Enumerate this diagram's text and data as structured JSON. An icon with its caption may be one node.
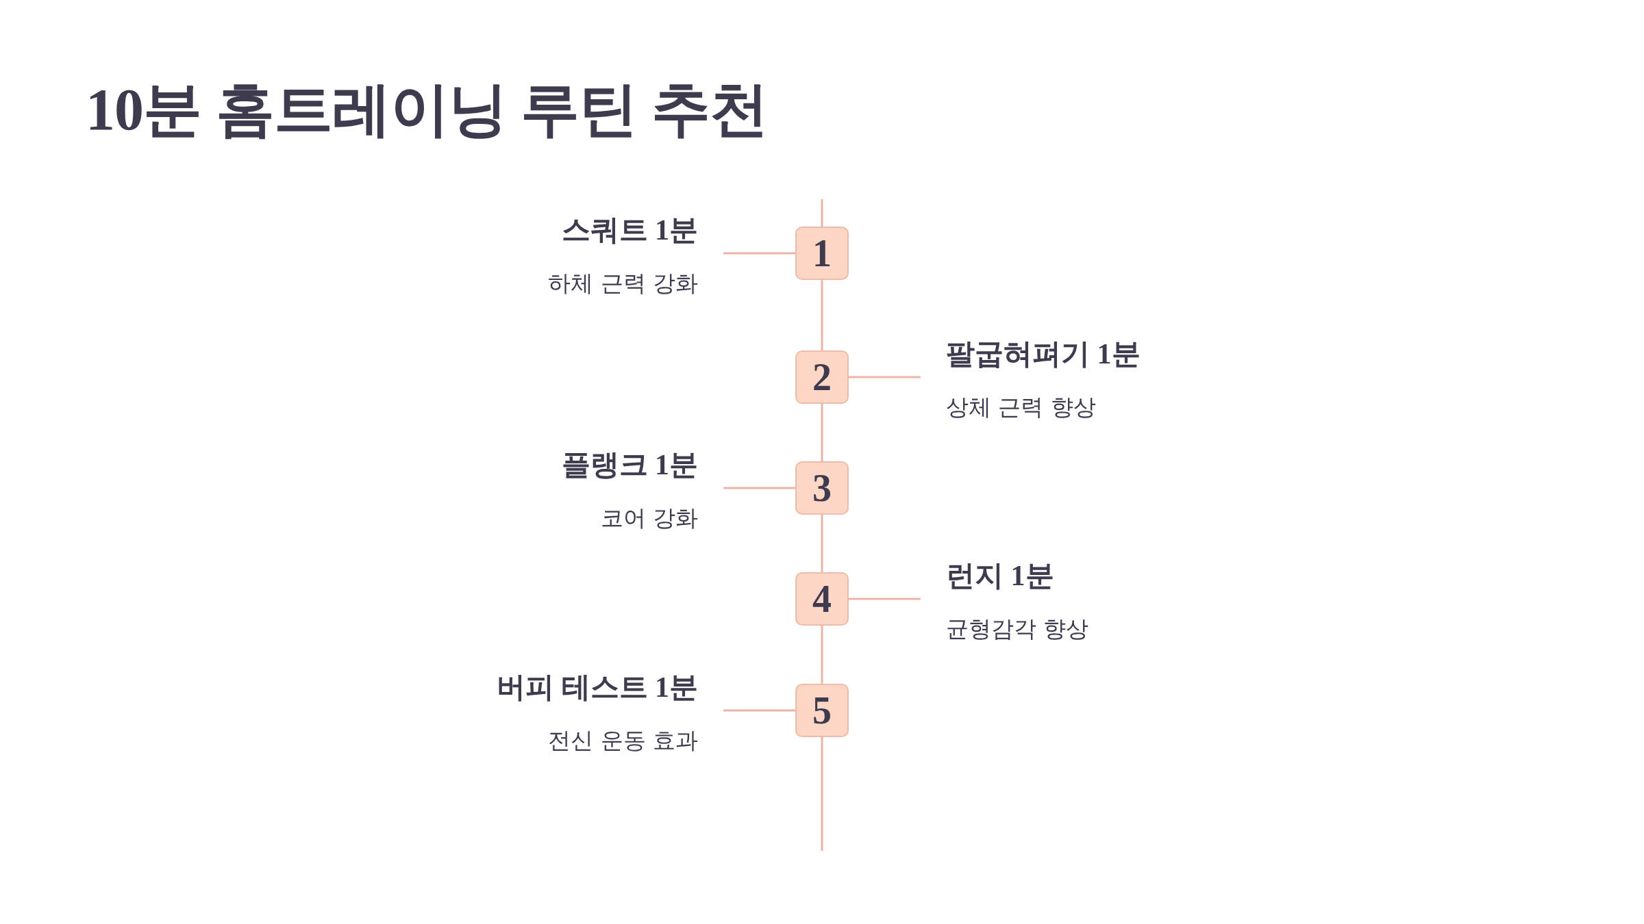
{
  "diagram": {
    "title": "10분 홈트레이닝 루틴 추천",
    "nodes": [
      {
        "text": [
          "스쿼트 1분",
          "하체 근력 강화"
        ]
      },
      {
        "text": [
          "1"
        ]
      },
      {
        "text": [
          "2"
        ]
      },
      {
        "text": [
          "팔굽혀펴기 1분",
          "상체 근력 향상"
        ]
      },
      {
        "text": [
          "플랭크 1분",
          "코어 강화"
        ]
      },
      {
        "text": [
          "3"
        ]
      },
      {
        "text": [
          "4"
        ]
      },
      {
        "text": [
          "런지 1분",
          "균형감각 향상"
        ]
      },
      {
        "text": [
          "버피 테스트 1분",
          "전신 운동 효과"
        ]
      },
      {
        "text": [
          "5"
        ]
      }
    ],
    "edges": [
      {
        "from": 1,
        "to": 0,
        "arrow": "none"
      },
      {
        "from": 2,
        "to": 3,
        "arrow": "none"
      },
      {
        "from": 5,
        "to": 4,
        "arrow": "none"
      },
      {
        "from": 6,
        "to": 7,
        "arrow": "none"
      },
      {
        "from": 9,
        "to": 8,
        "arrow": "none"
      },
      {
        "from": 1,
        "to": 2,
        "arrow": "none"
      },
      {
        "from": 2,
        "to": 5,
        "arrow": "none"
      },
      {
        "from": 5,
        "to": 6,
        "arrow": "none"
      },
      {
        "from": 6,
        "to": 9,
        "arrow": "none"
      }
    ]
  }
}
